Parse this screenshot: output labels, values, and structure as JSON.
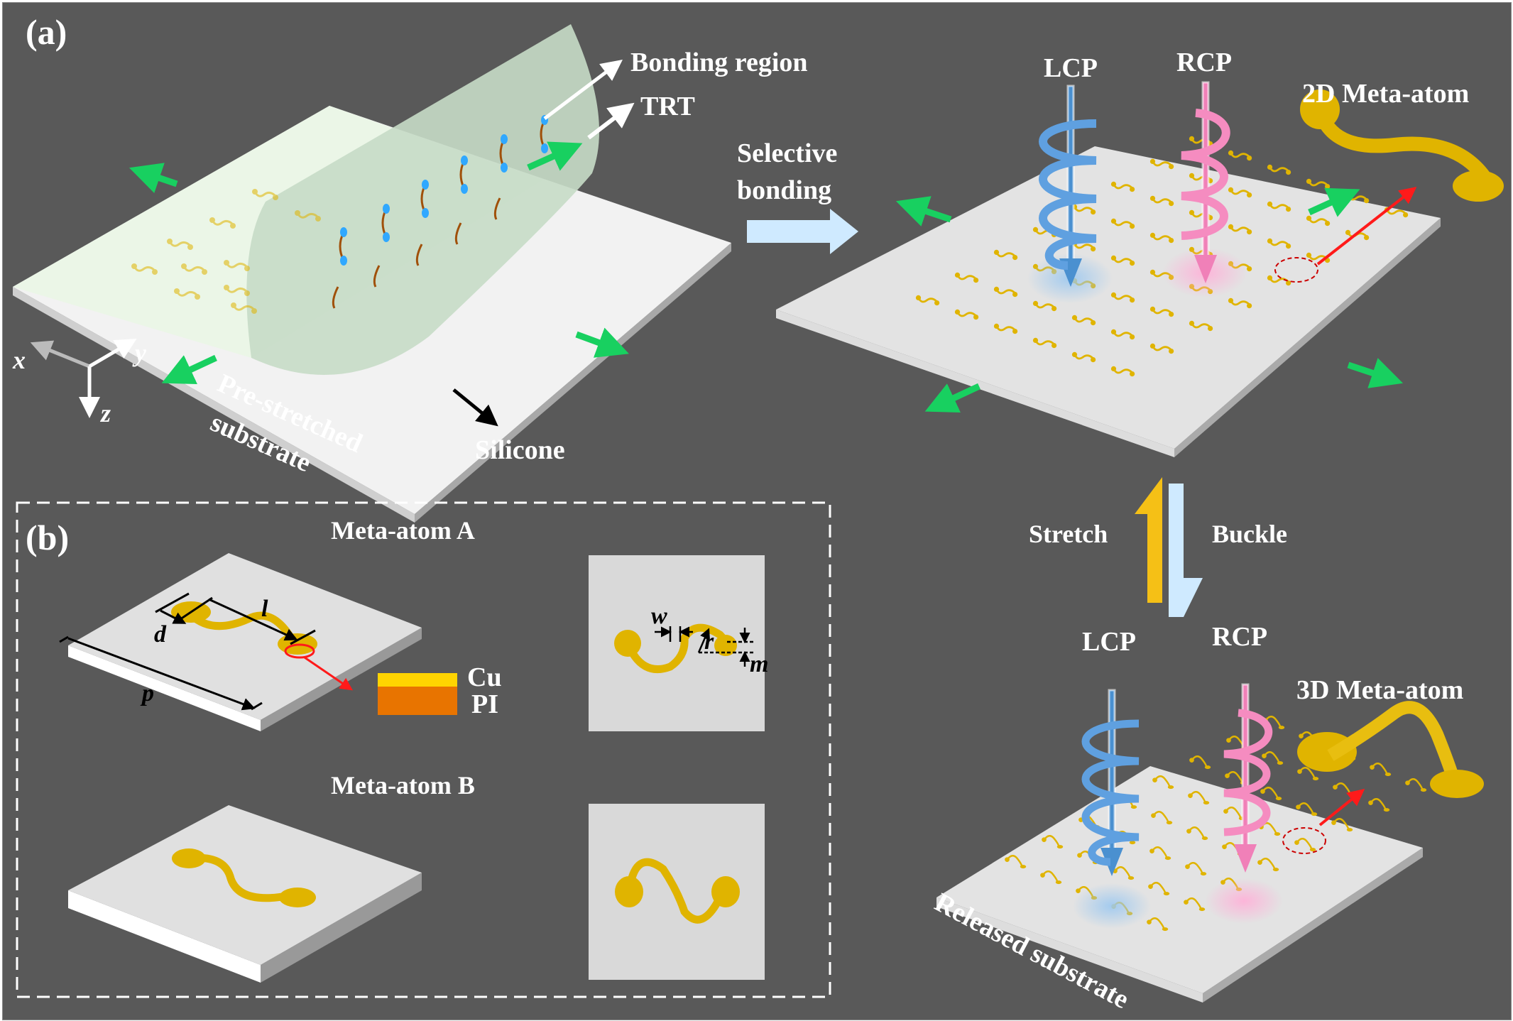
{
  "figure": {
    "panel_a": {
      "label": "(a)",
      "annotations": {
        "bonding_region": "Bonding region",
        "trt": "TRT",
        "selective_bonding_line1": "Selective",
        "selective_bonding_line2": "bonding",
        "pre_stretched_line1": "Pre-stretched",
        "pre_stretched_line2": "substrate",
        "silicone": "Silicone",
        "lcp_top": "LCP",
        "rcp_top": "RCP",
        "meta_atom_2d": "2D Meta-atom",
        "stretch": "Stretch",
        "buckle": "Buckle",
        "lcp_bottom": "LCP",
        "rcp_bottom": "RCP",
        "meta_atom_3d": "3D Meta-atom",
        "released_substrate": "Released substrate"
      },
      "axes": {
        "x": "x",
        "y": "y",
        "z": "z"
      }
    },
    "panel_b": {
      "label": "(b)",
      "meta_atom_a_title": "Meta-atom A",
      "meta_atom_b_title": "Meta-atom B",
      "dimensions": {
        "l": "l",
        "d": "d",
        "p": "p",
        "w": "w",
        "r": "r",
        "m": "m"
      },
      "layers": {
        "top": "Cu",
        "bottom": "PI"
      }
    },
    "colors": {
      "background": "#595959",
      "gold": "#e0b400",
      "cu": "#ffd400",
      "pi": "#e87400",
      "strain_arrow": "#18d060",
      "lcp": "#4a90d0",
      "rcp": "#f080b8",
      "process_arrow": "#cfeaff",
      "stretch_arrow": "#f5c016",
      "pointer": "#ff1a1a"
    }
  }
}
